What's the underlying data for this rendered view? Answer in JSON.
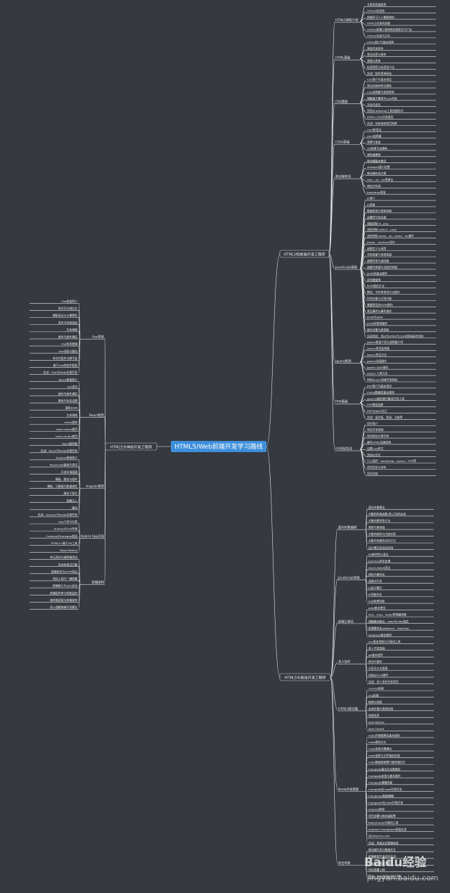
{
  "root": {
    "label": "HTML5/Web前端开发学习路线",
    "color": "#3d8fdc"
  },
  "colors": {
    "background": "#36393f",
    "line": "#e8e8e8",
    "node_border": "#cfcfcf",
    "text": "#f0f0f0"
  },
  "right": [
    {
      "label": "HTML5和前端开发工程师",
      "groups": [
        {
          "label": "HTML5课程介绍",
          "items": [
            "互联网发展趋势",
            "HTML5的优势",
            "前端学习人人都能做的",
            "HTML5未来的发展",
            "HTML5前端工程师岗位和职位与产品",
            "HTML5未来与方向"
          ]
        },
        {
          "label": "HTML基础",
          "items": [
            "HTML简介与基本结构",
            "常用开发软件",
            "常见标签与属性",
            "表格与表单",
            "标签规范与标签语义化",
            "实战：制作简单网站"
          ]
        },
        {
          "label": "CSS基础",
          "items": [
            "CSS简介与基本语法",
            "常见的各种样式属性",
            "CSS选择器与选择类型",
            "理解盒子模型与CSS布局",
            "浮动与定位",
            "利用photoshop工具测量样式",
            "HTML+CSS开发规范",
            "实战：仿制电商首页效果"
          ]
        },
        {
          "label": "CSS3基础",
          "items": [
            "css3新语法",
            "css3选择器",
            "背景与渐变",
            "3D效果与关键帧",
            "弹性盒模型"
          ]
        },
        {
          "label": "移动端布局",
          "items": [
            "移动端基本概念",
            "viewport窗口设置",
            "移动端布局方案",
            "rem、vh、vw等单位",
            "响应式布局",
            "bootstrap框架"
          ]
        },
        {
          "label": "JavaScript基础",
          "items": [
            "JS简介",
            "JS变量",
            "数据类型与类型转换",
            "运算符与优先级",
            "流程控制 if...else",
            "流程控制 switch...case",
            "流程控制 while、do...while、for循环",
            "break、continue语句",
            "函数定义与调用",
            "全局变量与局部变量",
            "函数传参与返回值",
            "函数作用域与全局作用域",
            "DOM的基本操作",
            "定时器使用",
            "BOM相关方法",
            "数组、字符串常用方法操作",
            "时间对象与正则对象",
            "掌握常见的DOM操作",
            "常见事件与事件操作",
            "JSON与AJAX",
            "JSON的常用操作",
            "面向对象与原型链",
            "实战项目：仿JS与HTML与CSS对网站综合项目"
          ]
        },
        {
          "label": "jquery框架",
          "items": [
            "jquery框架介绍与选择器介绍",
            "jquery常用选择器",
            "jquery常见方法",
            "jquery动画操作",
            "jquery AJAX操作",
            "jquery 工具方法",
            "利用jquery快速开发网站"
          ]
        },
        {
          "label": "PHP基础",
          "items": [
            "PHP简介与基本语法",
            "mysql数据库基本使用",
            "apache服务器与集成开发工具",
            "PHP数组函数",
            "PHP与AJAX交互",
            "实战：留言板、登录、注册等"
          ]
        },
        {
          "label": "H5项目实战",
          "items": [
            "项目简介",
            "项目开发流程",
            "项目前后分离开发",
            "编写HTML页面结构",
            "设置CSS样式",
            "添加JS交互",
            "引入插件：bootstrap、jquery、PHP等",
            "项目优化与发布",
            "项目总结"
          ]
        }
      ]
    },
    {
      "label": "HTML5中高级开发工程师",
      "groups": [
        {
          "label": "面向对象编程",
          "items": [
            "面向对象概念",
            "对象和构造函数(类)之间的关系",
            "对象的属性和方法",
            "原型与原型链",
            "对象的继承与内部实现",
            "对象中的属性访问方式",
            "设计模式及实际应用"
          ]
        },
        {
          "label": "JavaScript高级",
          "items": [
            "ES新特性与语法",
            "promise异步处理",
            "async/await语法",
            "闭包与模块化",
            "函数式开发",
            "JS设计模式",
            "JS性能优化",
            "ES6新增功能"
          ]
        },
        {
          "label": "前端工程化",
          "items": [
            "gulp基本使用",
            "less、sass、babel等预编译器",
            "理解模块概念，AMD与CMD规范",
            "前端模块化webpack、requirejs",
            "webpack基本使用"
          ]
        },
        {
          "label": "多人协作",
          "items": [
            "svn版本控制与可视化工具",
            "多人开发流程",
            "git基本使用",
            "命令行操作",
            "分区及分支管理",
            "远程github操作",
            "实战：多人协作开发项目"
          ]
        },
        {
          "label": "HTML5新功能",
          "items": [
            "canvas绘图",
            "svg绘图",
            "拖拽与视频",
            "本地存储与离线存储",
            "地理信息",
            "web Worker",
            "web Socket"
          ]
        },
        {
          "label": "Node开发基础",
          "items": [
            "node环境搭建及基本使用",
            "node模块方式",
            "node常用内置模块",
            "node请求与文件路由处理",
            "node数据库配置与服务器交互",
            "mongodb基本文本数据库",
            "mongodb安装与基本操作",
            "mongodb增删改查",
            "mongodb在node环境开发",
            "mongoose数据建模",
            "mongoose在node环境开发",
            "express框架",
            "项目部署与服务器配置",
            "Robomongo可视化工具",
            "express+mongoose框架实战",
            "设计RESTful API",
            "实战：电商后台管理系统"
          ]
        },
        {
          "label": "综合项目",
          "items": [
            "移动端开发与数据交互",
            "前端框架开发综合实战",
            "前后端分离开发模式",
            "项目部署上线",
            "实战：仿大型网站项目开发"
          ]
        }
      ]
    }
  ],
  "left": [
    {
      "label": "HTML5大神级开发工程师",
      "groups": [
        {
          "label": "Vue框架",
          "items": [
            "Vue框架简介",
            "指令式与响应式",
            "模板语法与计算属性",
            "条件与列表渲染",
            "生命周期",
            "组件与组件通信",
            "Vue状态管理",
            "Vue动画与路由",
            "单文件组件与脚手架",
            "基于Vue的组件框架",
            "实战：Vue与Node全栈开发"
          ]
        },
        {
          "label": "React框架",
          "items": [
            "React框架简介",
            "JSX语法",
            "组件与组件通信",
            "属性与状态设置",
            "虚拟DOM",
            "生命周期",
            "redux架构",
            "react-redux使用",
            "react-router使用",
            "Mock服务器",
            "实战：React与Node全栈开发"
          ]
        },
        {
          "label": "Angular框架",
          "items": [
            "Angular框架简介",
            "TypeScript基础与语法",
            "开发环境搭建",
            "模板、路由与组件",
            "模板、元数据与数据绑定",
            "服务于指令",
            "依赖注入",
            "路由",
            "实战：Angular与Node全栈开发"
          ]
        },
        {
          "label": "Hybrid App开发",
          "items": [
            "App介绍与分类",
            "Android与iOS环境",
            "Cordova/Phonegap框架",
            "HTML5+基于H5工具",
            "React Native"
          ]
        },
        {
          "label": "前端架构",
          "items": [
            "单元测试与端到端测试",
            "自动化测试方案",
            "前端安全与HTTP协议",
            "项目上线与一键部署",
            "前端统计与SEO优化",
            "前端组件库与性能监控",
            "跨终端适配与前端架构",
            "深入理解前端开发模式"
          ]
        }
      ]
    }
  ],
  "watermark": {
    "brand": "Baidu经验",
    "domain": "jingyan.baidu.com"
  }
}
